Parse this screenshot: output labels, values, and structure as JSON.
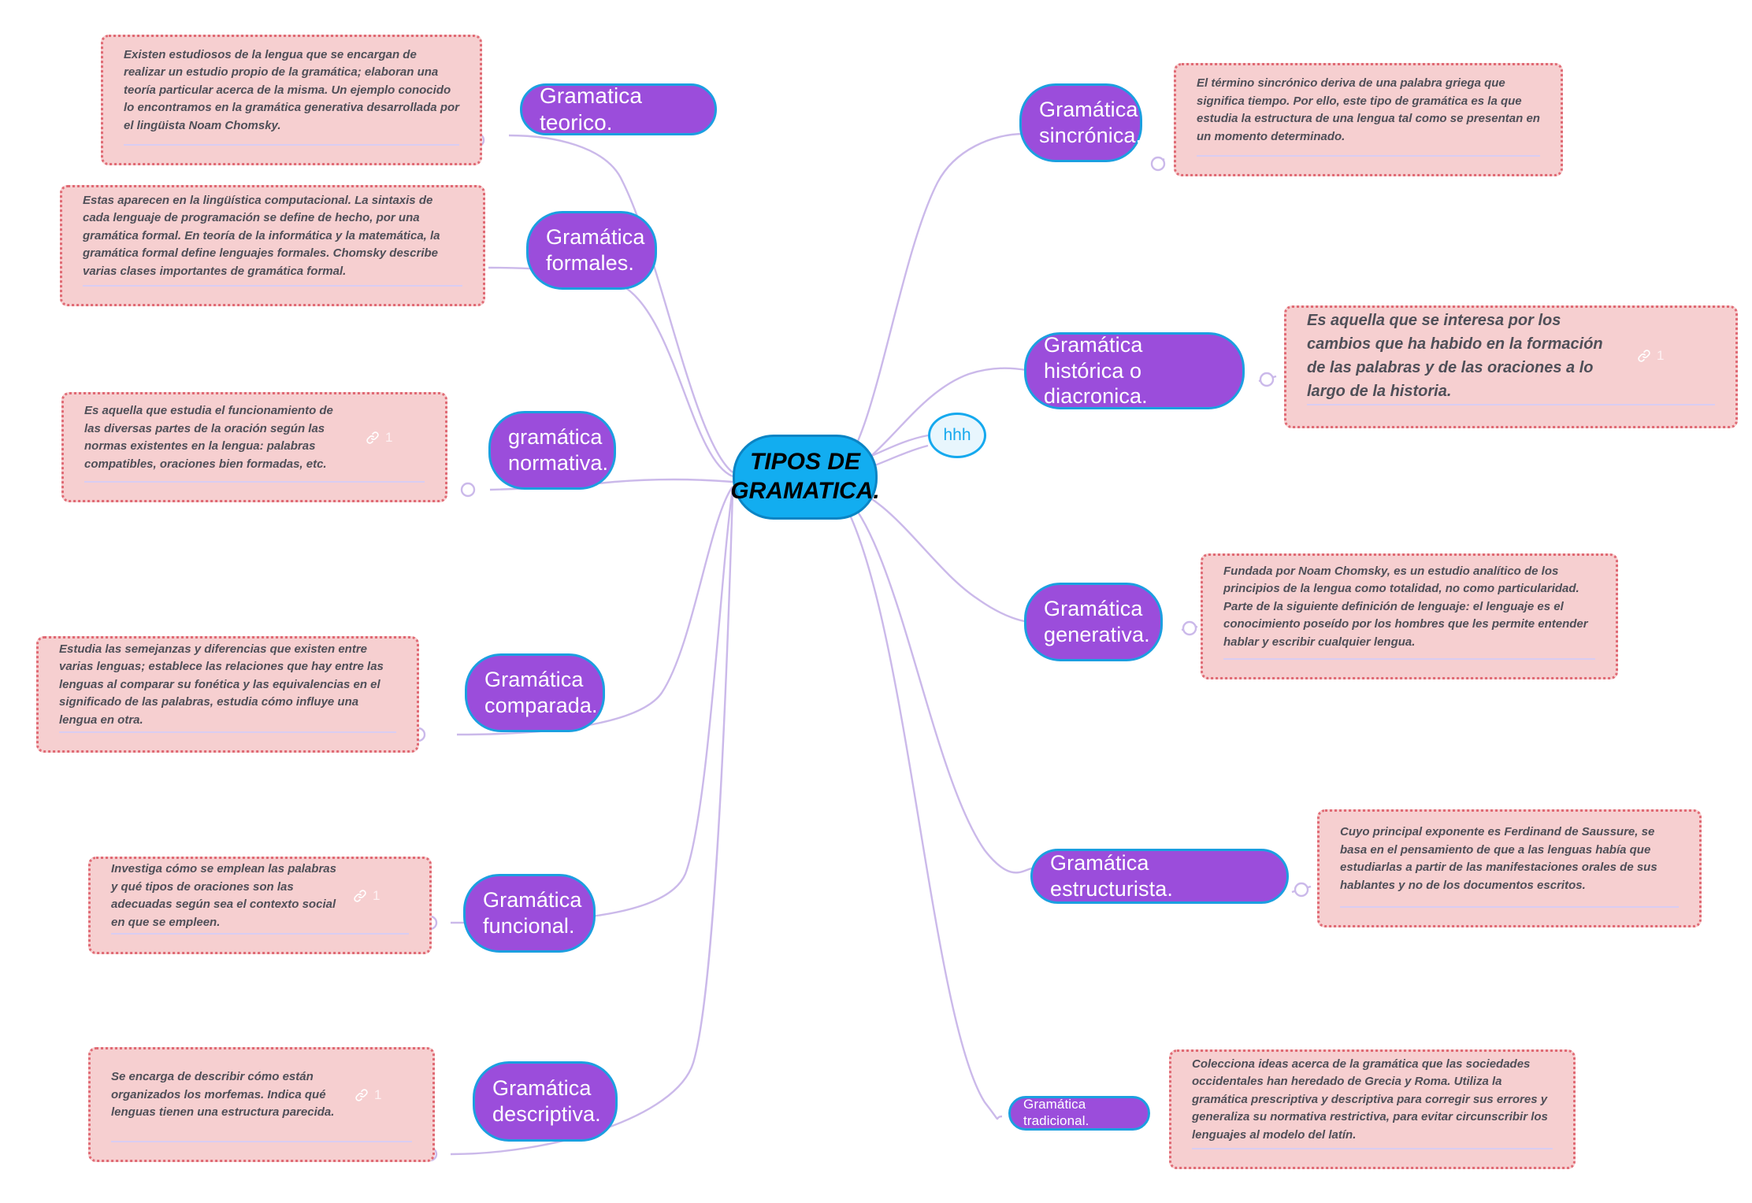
{
  "central": {
    "label": "TIPOS DE\nGRAMATICA.",
    "fill": "#12adf0",
    "text_color": "#000000"
  },
  "bubble": {
    "label": "hhh",
    "fill": "#e8f6fd",
    "border": "#15a9ee",
    "text_color": "#17a9ee"
  },
  "colors": {
    "node_fill": "#9b4ddb",
    "node_border": "#1b9fe0",
    "note_fill": "#f6cfd0",
    "note_border": "#e06a74",
    "connector": "#cbb9ea",
    "note_rule": "#d9cdf2",
    "note_text": "#4f4f58"
  },
  "link_icon": {
    "name": "link-icon",
    "glyph": "chain"
  },
  "nodes": [
    {
      "id": "teorico",
      "label": "Gramatica teorico."
    },
    {
      "id": "formales",
      "label": "Gramática\nformales."
    },
    {
      "id": "normativa",
      "label": "gramática\nnormativa."
    },
    {
      "id": "comparada",
      "label": "Gramática\ncomparada."
    },
    {
      "id": "funcional",
      "label": "Gramática\nfuncional."
    },
    {
      "id": "descriptiva",
      "label": "Gramática\ndescriptiva."
    },
    {
      "id": "sincronica",
      "label": "Gramática\nsincrónica."
    },
    {
      "id": "historica",
      "label": "Gramática histórica o\ndiacronica."
    },
    {
      "id": "generativa",
      "label": "Gramática\ngenerativa."
    },
    {
      "id": "estructurista",
      "label": "Gramática estructurista."
    },
    {
      "id": "tradicional",
      "label": "Gramática tradicional."
    }
  ],
  "notes": [
    {
      "id": "note-teorico",
      "text": "Existen estudiosos de la lengua que se encargan de realizar un estudio propio de la gramática; elaboran una teoría particular acerca de la misma. Un ejemplo conocido lo encontramos en la gramática generativa desarrollada por el lingüista Noam Chomsky.",
      "link_count": null
    },
    {
      "id": "note-formales",
      "text": "Estas aparecen en la lingüística computacional. La sintaxis de cada lenguaje de programación se define de hecho, por una gramática formal. En teoría de la informática y la matemática, la gramática formal define lenguajes formales. Chomsky describe varias clases importantes de gramática formal.",
      "link_count": null
    },
    {
      "id": "note-normativa",
      "text": "Es aquella que estudia el funcionamiento de las diversas partes de la oración según las normas existentes en la lengua: palabras compatibles, oraciones bien formadas, etc.",
      "link_count": "1"
    },
    {
      "id": "note-comparada",
      "text": "Estudia las semejanzas y diferencias que existen entre varias lenguas; establece las relaciones que hay entre las lenguas al comparar su fonética y las equivalencias en el significado de las palabras, estudia cómo influye una lengua en otra.",
      "link_count": null
    },
    {
      "id": "note-funcional",
      "text": "Investiga cómo se emplean las palabras y qué tipos de oraciones son las adecuadas según sea el contexto social en que se empleen.",
      "link_count": "1"
    },
    {
      "id": "note-descriptiva",
      "text": "Se encarga de describir cómo están organizados los morfemas. Indica qué lenguas tienen una estructura parecida.",
      "link_count": "1"
    },
    {
      "id": "note-sincronica",
      "text": "El término sincrónico deriva de una palabra griega que significa tiempo. Por ello, este tipo de gramática es la que estudia la estructura de una lengua tal como se presentan en un momento determinado.",
      "link_count": null
    },
    {
      "id": "note-historica",
      "text": "Es aquella que se interesa por los cambios que ha habido en la formación de las palabras y de las oraciones a lo largo de la historia.",
      "link_count": "1"
    },
    {
      "id": "note-generativa",
      "text": "Fundada por Noam Chomsky, es un estudio analítico de los principios de la lengua como totalidad, no como particularidad. Parte de la siguiente definición de lenguaje: el lenguaje es el conocimiento poseído por los hombres que les permite entender hablar y escribir cualquier lengua.",
      "link_count": null
    },
    {
      "id": "note-estructurista",
      "text": "Cuyo principal exponente es Ferdinand de Saussure, se basa en el pensamiento de que a las lenguas había que estudiarlas a partir de las manifestaciones orales de sus hablantes y no de los documentos escritos.",
      "link_count": null
    },
    {
      "id": "note-tradicional",
      "text": "Colecciona ideas acerca de la gramática que las sociedades occidentales han heredado de Grecia y Roma. Utiliza la gramática prescriptiva y descriptiva para corregir sus errores y generaliza su normativa restrictiva, para evitar circunscribir los lenguajes al modelo del latín.",
      "link_count": null
    }
  ]
}
